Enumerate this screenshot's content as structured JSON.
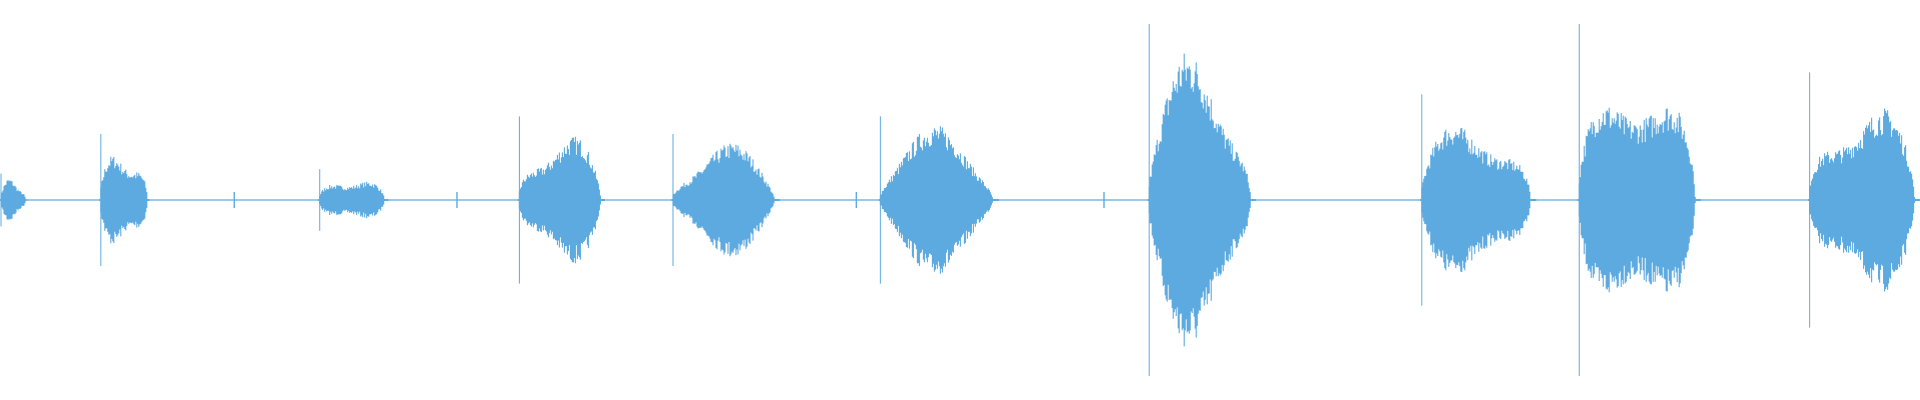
{
  "waveform": {
    "color": "#5DAAE0",
    "background": "#FFFFFF",
    "segments": [
      {
        "start": 0.0,
        "end": 0.014,
        "amplitude": 0.06
      },
      {
        "start": 0.052,
        "end": 0.078,
        "amplitude": 0.15
      },
      {
        "start": 0.166,
        "end": 0.202,
        "amplitude": 0.07
      },
      {
        "start": 0.27,
        "end": 0.315,
        "amplitude": 0.19
      },
      {
        "start": 0.35,
        "end": 0.406,
        "amplitude": 0.15
      },
      {
        "start": 0.458,
        "end": 0.52,
        "amplitude": 0.19
      },
      {
        "start": 0.598,
        "end": 0.654,
        "amplitude": 0.4
      },
      {
        "start": 0.74,
        "end": 0.8,
        "amplitude": 0.24
      },
      {
        "start": 0.822,
        "end": 0.886,
        "amplitude": 0.4
      },
      {
        "start": 0.942,
        "end": 1.0,
        "amplitude": 0.29
      }
    ]
  }
}
